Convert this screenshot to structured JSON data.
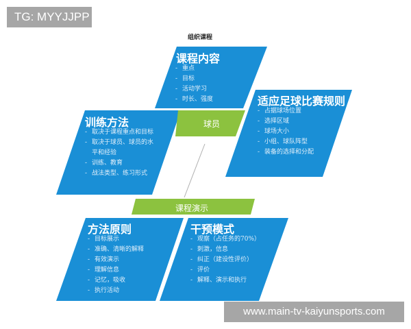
{
  "watermarks": {
    "top_left": "TG: MYYJJPP",
    "bottom_right": "www.main-tv-kaiyunsports.com"
  },
  "diagram": {
    "title": "组织课程",
    "colors": {
      "blue": "#1a8fd6",
      "green": "#8cc23f",
      "connector": "#b0b0b0",
      "text": "#ffffff"
    },
    "boxes": {
      "course_content": {
        "label": "课程内容",
        "items": [
          "重点",
          "目标",
          "活动学习",
          "时长、强度"
        ]
      },
      "match_rules": {
        "label": "适应足球比赛规则",
        "items": [
          "占据球场位置",
          "选择区域",
          "球场大小",
          "小组、球队阵型",
          "装备的选择和分配"
        ]
      },
      "training_method": {
        "label": "训练方法",
        "items": [
          "取决于课程重点和目标",
          "取决于球员、球员的水",
          "平和经验",
          "训练、教育",
          "战法类型、练习形式"
        ]
      },
      "method_principles": {
        "label": "方法原则",
        "items": [
          "目标展示",
          "准确、清晰的解释",
          "有效演示",
          "理解信息",
          "记忆，吸收",
          "执行活动"
        ]
      },
      "intervention_mode": {
        "label": "干预模式",
        "items": [
          "观察（占任务的70%）",
          "刺激，信息",
          "纠正（建设性评价）",
          "评价",
          "解释、演示和执行"
        ]
      }
    },
    "green_bars": {
      "players": "球员",
      "course_demo": "课程演示"
    }
  }
}
